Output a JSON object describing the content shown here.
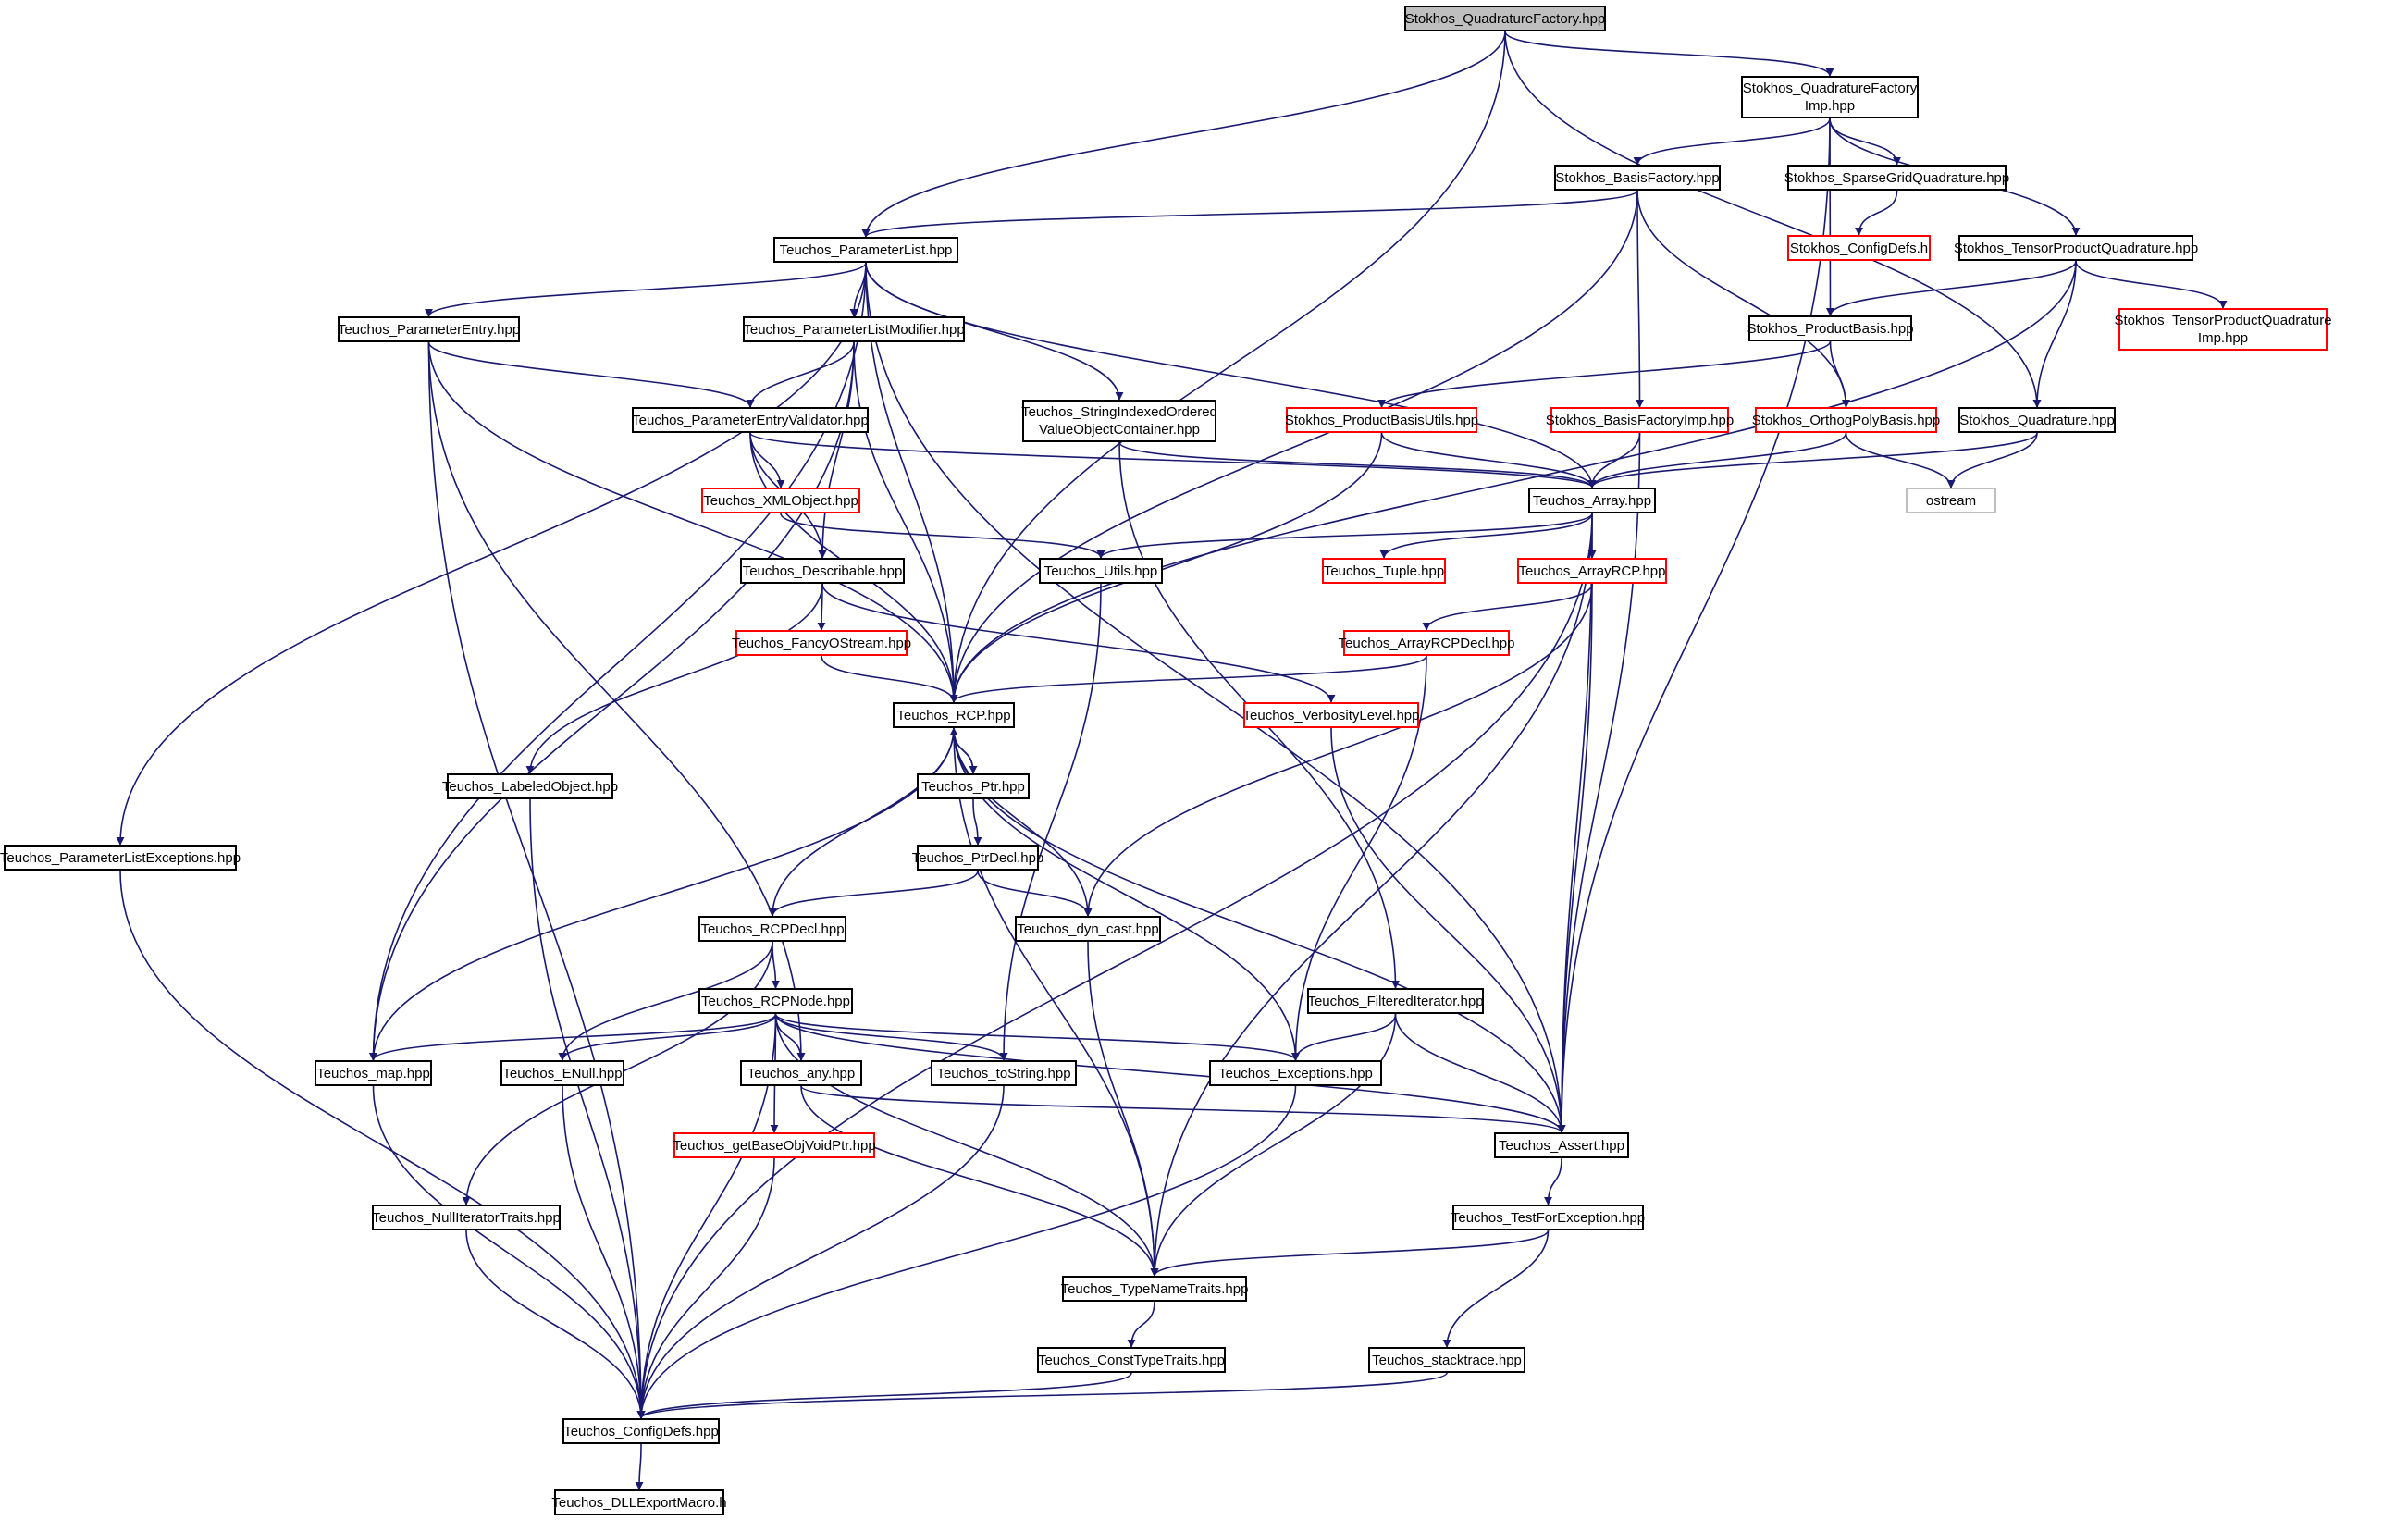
{
  "colors": {
    "edge": "#191970",
    "normal": "#000000",
    "undocumented": "#ff0000",
    "external": "#bfbfbf",
    "root_fill": "#bfbfbf"
  },
  "nodes": {
    "QuadFactory": {
      "label": "Stokhos_QuadratureFactory.hpp",
      "style": "root"
    },
    "QuadFactoryImp": {
      "label": "Stokhos_QuadratureFactory\nImp.hpp"
    },
    "BasisFactory": {
      "label": "Stokhos_BasisFactory.hpp"
    },
    "SparseGrid": {
      "label": "Stokhos_SparseGridQuadrature.hpp"
    },
    "ConfigDefsH": {
      "label": "Stokhos_ConfigDefs.h",
      "style": "red"
    },
    "TensorQuad": {
      "label": "Stokhos_TensorProductQuadrature.hpp"
    },
    "TensorQuadImp": {
      "label": "Stokhos_TensorProductQuadrature\nImp.hpp",
      "style": "red"
    },
    "ParamList": {
      "label": "Teuchos_ParameterList.hpp"
    },
    "ProductBasis": {
      "label": "Stokhos_ProductBasis.hpp"
    },
    "ParamEntry": {
      "label": "Teuchos_ParameterEntry.hpp"
    },
    "ParamListMod": {
      "label": "Teuchos_ParameterListModifier.hpp"
    },
    "ParamEntryVal": {
      "label": "Teuchos_ParameterEntryValidator.hpp"
    },
    "StringIndexed": {
      "label": "Teuchos_StringIndexedOrdered\nValueObjectContainer.hpp"
    },
    "ProdBasisUtils": {
      "label": "Stokhos_ProductBasisUtils.hpp",
      "style": "red"
    },
    "BasisFactoryImp": {
      "label": "Stokhos_BasisFactoryImp.hpp",
      "style": "red"
    },
    "OrthogPoly": {
      "label": "Stokhos_OrthogPolyBasis.hpp",
      "style": "red"
    },
    "Quadrature": {
      "label": "Stokhos_Quadrature.hpp"
    },
    "XMLObject": {
      "label": "Teuchos_XMLObject.hpp",
      "style": "red"
    },
    "Array": {
      "label": "Teuchos_Array.hpp"
    },
    "Ostream": {
      "label": "ostream",
      "style": "gray"
    },
    "Describable": {
      "label": "Teuchos_Describable.hpp"
    },
    "Utils": {
      "label": "Teuchos_Utils.hpp"
    },
    "Tuple": {
      "label": "Teuchos_Tuple.hpp",
      "style": "red"
    },
    "ArrayRCP": {
      "label": "Teuchos_ArrayRCP.hpp",
      "style": "red"
    },
    "FancyOStream": {
      "label": "Teuchos_FancyOStream.hpp",
      "style": "red"
    },
    "ArrayRCPDecl": {
      "label": "Teuchos_ArrayRCPDecl.hpp",
      "style": "red"
    },
    "RCP": {
      "label": "Teuchos_RCP.hpp"
    },
    "Verbosity": {
      "label": "Teuchos_VerbosityLevel.hpp",
      "style": "red"
    },
    "LabeledObject": {
      "label": "Teuchos_LabeledObject.hpp"
    },
    "Ptr": {
      "label": "Teuchos_Ptr.hpp"
    },
    "ParamListExc": {
      "label": "Teuchos_ParameterListExceptions.hpp"
    },
    "PtrDecl": {
      "label": "Teuchos_PtrDecl.hpp"
    },
    "RCPDecl": {
      "label": "Teuchos_RCPDecl.hpp"
    },
    "DynCast": {
      "label": "Teuchos_dyn_cast.hpp"
    },
    "RCPNode": {
      "label": "Teuchos_RCPNode.hpp"
    },
    "FilteredIter": {
      "label": "Teuchos_FilteredIterator.hpp"
    },
    "Map": {
      "label": "Teuchos_map.hpp"
    },
    "ENull": {
      "label": "Teuchos_ENull.hpp"
    },
    "Any": {
      "label": "Teuchos_any.hpp"
    },
    "ToString": {
      "label": "Teuchos_toString.hpp"
    },
    "Exceptions": {
      "label": "Teuchos_Exceptions.hpp"
    },
    "GetBase": {
      "label": "Teuchos_getBaseObjVoidPtr.hpp",
      "style": "red"
    },
    "Assert": {
      "label": "Teuchos_Assert.hpp"
    },
    "NullIter": {
      "label": "Teuchos_NullIteratorTraits.hpp"
    },
    "TestForExc": {
      "label": "Teuchos_TestForException.hpp"
    },
    "TypeName": {
      "label": "Teuchos_TypeNameTraits.hpp"
    },
    "ConstType": {
      "label": "Teuchos_ConstTypeTraits.hpp"
    },
    "Stacktrace": {
      "label": "Teuchos_stacktrace.hpp"
    },
    "ConfigDefs": {
      "label": "Teuchos_ConfigDefs.hpp"
    },
    "DLLExport": {
      "label": "Teuchos_DLLExportMacro.h"
    }
  },
  "edges": [
    [
      "QuadFactory",
      "QuadFactoryImp"
    ],
    [
      "QuadFactory",
      "ParamList"
    ],
    [
      "QuadFactory",
      "RCP"
    ],
    [
      "QuadFactory",
      "Quadrature"
    ],
    [
      "QuadFactoryImp",
      "BasisFactory"
    ],
    [
      "QuadFactoryImp",
      "SparseGrid"
    ],
    [
      "QuadFactoryImp",
      "TensorQuad"
    ],
    [
      "QuadFactoryImp",
      "ProductBasis"
    ],
    [
      "QuadFactoryImp",
      "Assert"
    ],
    [
      "SparseGrid",
      "ConfigDefsH"
    ],
    [
      "BasisFactory",
      "ParamList"
    ],
    [
      "BasisFactory",
      "RCP"
    ],
    [
      "BasisFactory",
      "BasisFactoryImp"
    ],
    [
      "BasisFactory",
      "OrthogPoly"
    ],
    [
      "TensorQuad",
      "ProductBasis"
    ],
    [
      "TensorQuad",
      "TensorQuadImp"
    ],
    [
      "TensorQuad",
      "Quadrature"
    ],
    [
      "TensorQuad",
      "RCP"
    ],
    [
      "ProductBasis",
      "ProdBasisUtils"
    ],
    [
      "ProductBasis",
      "OrthogPoly"
    ],
    [
      "ProdBasisUtils",
      "Array"
    ],
    [
      "ProdBasisUtils",
      "RCP"
    ],
    [
      "BasisFactoryImp",
      "Array"
    ],
    [
      "BasisFactoryImp",
      "Assert"
    ],
    [
      "OrthogPoly",
      "Array"
    ],
    [
      "OrthogPoly",
      "Ostream"
    ],
    [
      "Quadrature",
      "Array"
    ],
    [
      "Quadrature",
      "Ostream"
    ],
    [
      "ParamList",
      "ParamEntry"
    ],
    [
      "ParamList",
      "ParamListMod"
    ],
    [
      "ParamList",
      "StringIndexed"
    ],
    [
      "ParamList",
      "Array"
    ],
    [
      "ParamList",
      "RCP"
    ],
    [
      "ParamList",
      "Map"
    ],
    [
      "ParamList",
      "ParamListExc"
    ],
    [
      "ParamList",
      "Assert"
    ],
    [
      "ParamEntry",
      "ParamEntryVal"
    ],
    [
      "ParamEntry",
      "RCP"
    ],
    [
      "ParamEntry",
      "Any"
    ],
    [
      "ParamEntry",
      "ConfigDefs"
    ],
    [
      "ParamListMod",
      "ParamEntryVal"
    ],
    [
      "ParamListMod",
      "Describable"
    ],
    [
      "ParamListMod",
      "RCP"
    ],
    [
      "ParamListMod",
      "Map"
    ],
    [
      "ParamEntryVal",
      "XMLObject"
    ],
    [
      "ParamEntryVal",
      "Describable"
    ],
    [
      "ParamEntryVal",
      "RCP"
    ],
    [
      "ParamEntryVal",
      "Array"
    ],
    [
      "StringIndexed",
      "Array"
    ],
    [
      "StringIndexed",
      "FilteredIter"
    ],
    [
      "XMLObject",
      "Utils"
    ],
    [
      "Array",
      "Utils"
    ],
    [
      "Array",
      "Tuple"
    ],
    [
      "Array",
      "ArrayRCP"
    ],
    [
      "Array",
      "Assert"
    ],
    [
      "Array",
      "TypeName"
    ],
    [
      "Array",
      "ConfigDefs"
    ],
    [
      "Describable",
      "FancyOStream"
    ],
    [
      "Describable",
      "Verbosity"
    ],
    [
      "Describable",
      "LabeledObject"
    ],
    [
      "Utils",
      "ToString"
    ],
    [
      "ArrayRCP",
      "ArrayRCPDecl"
    ],
    [
      "ArrayRCP",
      "DynCast"
    ],
    [
      "ArrayRCP",
      "Assert"
    ],
    [
      "ArrayRCPDecl",
      "RCP"
    ],
    [
      "ArrayRCPDecl",
      "Exceptions"
    ],
    [
      "FancyOStream",
      "RCP"
    ],
    [
      "Verbosity",
      "Assert"
    ],
    [
      "LabeledObject",
      "ConfigDefs"
    ],
    [
      "RCP",
      "Ptr"
    ],
    [
      "RCP",
      "RCPDecl"
    ],
    [
      "RCP",
      "DynCast"
    ],
    [
      "RCP",
      "Map"
    ],
    [
      "RCP",
      "Exceptions"
    ],
    [
      "RCP",
      "Assert"
    ],
    [
      "RCP",
      "TypeName"
    ],
    [
      "Ptr",
      "RCP"
    ],
    [
      "Ptr",
      "PtrDecl"
    ],
    [
      "PtrDecl",
      "RCPDecl"
    ],
    [
      "PtrDecl",
      "DynCast"
    ],
    [
      "RCPDecl",
      "RCPNode"
    ],
    [
      "RCPDecl",
      "ENull"
    ],
    [
      "RCPDecl",
      "NullIter"
    ],
    [
      "DynCast",
      "TypeName"
    ],
    [
      "RCPNode",
      "Map"
    ],
    [
      "RCPNode",
      "ENull"
    ],
    [
      "RCPNode",
      "Any"
    ],
    [
      "RCPNode",
      "ToString"
    ],
    [
      "RCPNode",
      "Exceptions"
    ],
    [
      "RCPNode",
      "GetBase"
    ],
    [
      "RCPNode",
      "Assert"
    ],
    [
      "RCPNode",
      "TypeName"
    ],
    [
      "RCPNode",
      "ConfigDefs"
    ],
    [
      "FilteredIter",
      "Exceptions"
    ],
    [
      "FilteredIter",
      "Assert"
    ],
    [
      "FilteredIter",
      "TypeName"
    ],
    [
      "Map",
      "ConfigDefs"
    ],
    [
      "ENull",
      "ConfigDefs"
    ],
    [
      "Any",
      "Assert"
    ],
    [
      "Any",
      "TypeName"
    ],
    [
      "ToString",
      "ConfigDefs"
    ],
    [
      "Exceptions",
      "ConfigDefs"
    ],
    [
      "GetBase",
      "ConfigDefs"
    ],
    [
      "Assert",
      "TestForExc"
    ],
    [
      "NullIter",
      "ConfigDefs"
    ],
    [
      "TestForExc",
      "TypeName"
    ],
    [
      "TestForExc",
      "Stacktrace"
    ],
    [
      "TypeName",
      "ConstType"
    ],
    [
      "ConstType",
      "ConfigDefs"
    ],
    [
      "Stacktrace",
      "ConfigDefs"
    ],
    [
      "ParamListExc",
      "ConfigDefs"
    ],
    [
      "ConfigDefs",
      "DLLExport"
    ]
  ]
}
